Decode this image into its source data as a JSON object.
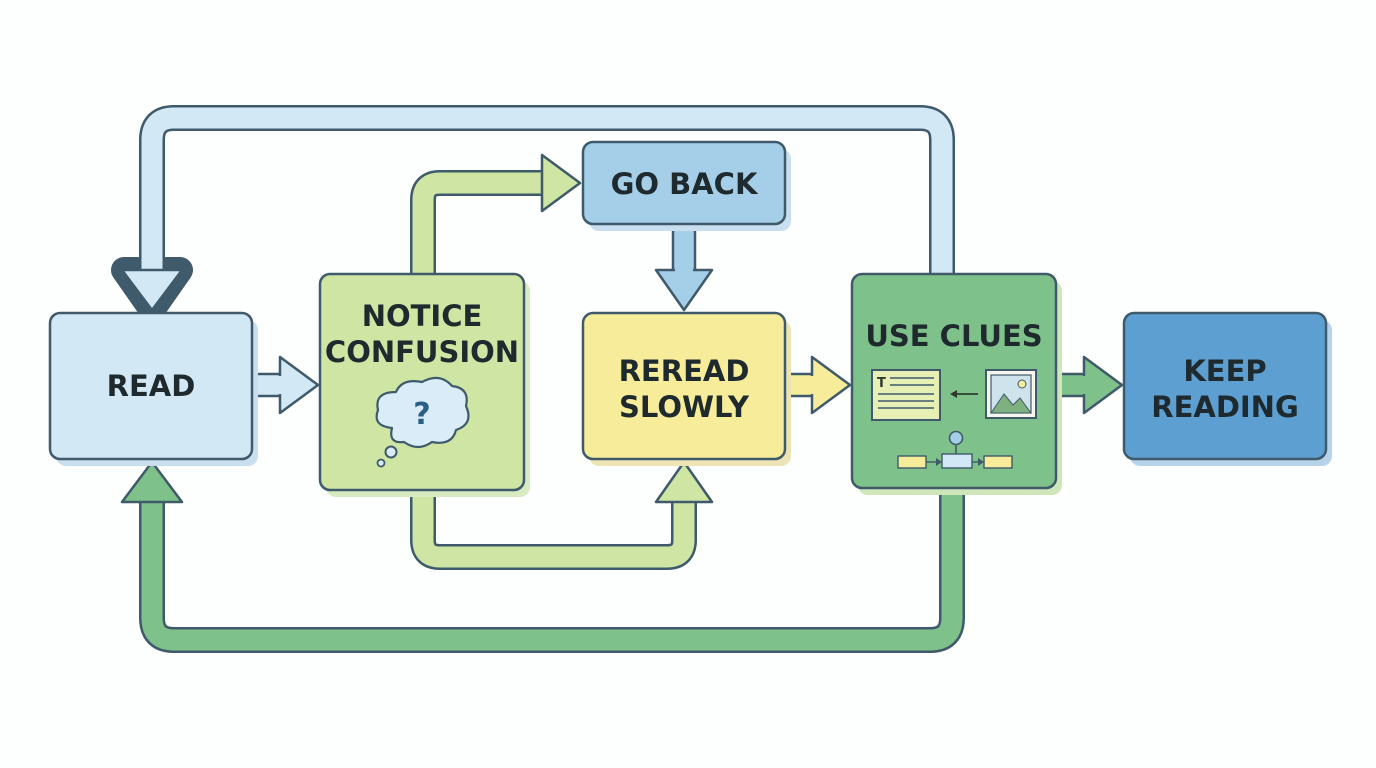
{
  "diagram": {
    "nodes": [
      {
        "id": "read",
        "label_lines": [
          "READ"
        ]
      },
      {
        "id": "notice",
        "label_lines": [
          "NOTICE",
          "CONFUSION"
        ],
        "icon": "thought-bubble-question-icon",
        "icon_text": "?"
      },
      {
        "id": "goback",
        "label_lines": [
          "GO BACK"
        ]
      },
      {
        "id": "reread",
        "label_lines": [
          "REREAD",
          "SLOWLY"
        ]
      },
      {
        "id": "clues",
        "label_lines": [
          "USE CLUES"
        ],
        "icons": [
          "text-document-icon",
          "image-icon",
          "flowchart-icon"
        ],
        "text_icon_letter": "T"
      },
      {
        "id": "keep",
        "label_lines": [
          "KEEP",
          "READING"
        ]
      }
    ],
    "colors": {
      "blue_light": "#d2e8f4",
      "blue_mid": "#a5cfe9",
      "blue_dark": "#5d9fd0",
      "green_light": "#cfe5a4",
      "green_mid": "#7fc18a",
      "yellow": "#f7ec9a",
      "outline": "#3e5a6b",
      "shadow_blue": "#c9dff0",
      "shadow_green": "#cfe5ba"
    }
  }
}
